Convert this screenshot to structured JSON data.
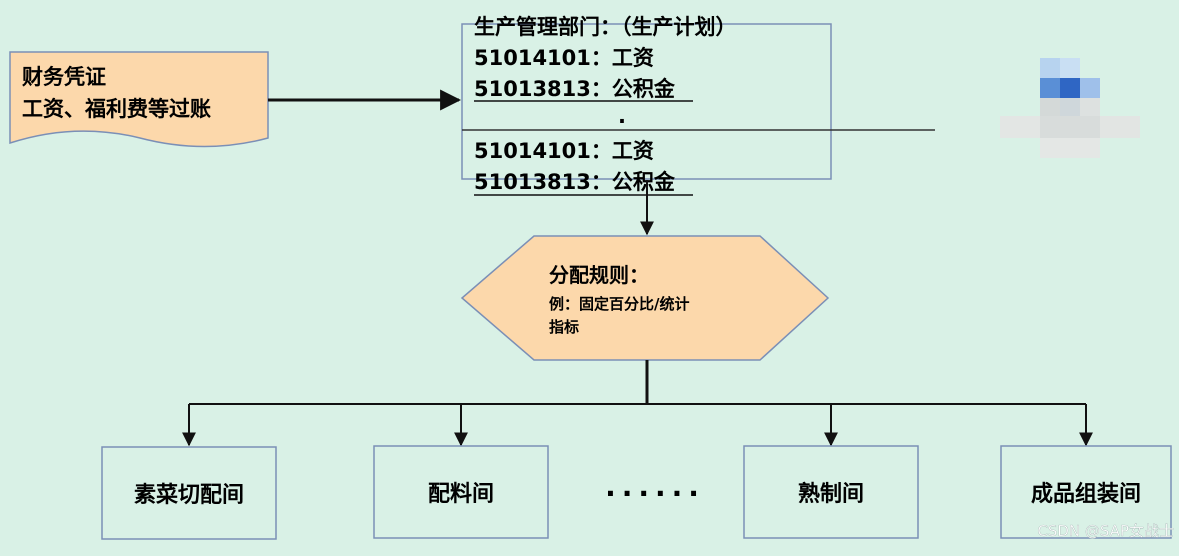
{
  "source_box": {
    "lines": [
      "财务凭证",
      "工资、福利费等过账"
    ]
  },
  "production_dept": {
    "title": "生产管理部门：（生产计划）",
    "top_entries": [
      "51014101：工资",
      "51013813：公积金"
    ],
    "dot": ".",
    "bottom_entries": [
      "51014101：工资",
      "51013813：公积金"
    ]
  },
  "allocation_rule": {
    "title": "分配规则：",
    "desc_line1": "例：固定百分比/统计",
    "desc_line2": "指标"
  },
  "departments": [
    "素菜切配间",
    "配料间",
    "熟制间",
    "成品组装间"
  ],
  "ellipsis": "......",
  "watermark_text": "CSDN @SAP女战士",
  "colors": {
    "background": "#d9f1e6",
    "orange_fill": "#fcd8ab",
    "box_stroke": "#7b8fb6",
    "line": "#111111"
  }
}
